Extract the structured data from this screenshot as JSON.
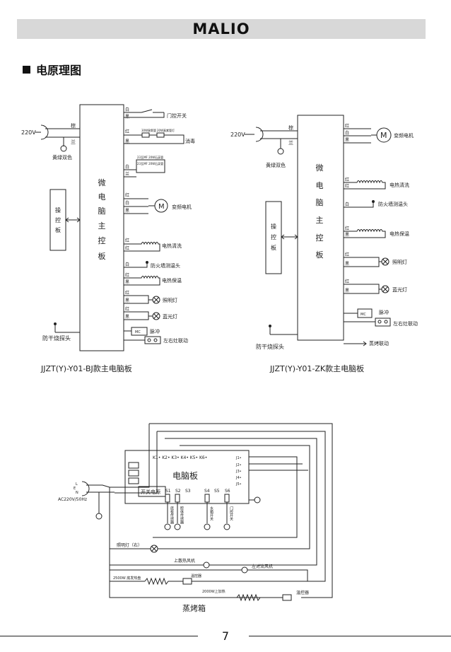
{
  "header": {
    "logo": "MALIO"
  },
  "section": {
    "title": "电原理图"
  },
  "diagram1": {
    "caption": "JJZT(Y)-Y01-BJ款主电脑板",
    "board_chars": [
      "微",
      "电",
      "脑",
      "主",
      "控",
      "板"
    ],
    "panel_chars": [
      "操",
      "控",
      "板"
    ],
    "power": "220V",
    "wire_l": "棕",
    "wire_n": "兰",
    "ground": "黄绿双色",
    "probe": "防干烧探头",
    "loads": {
      "door_switch": "门控开关",
      "disinfect": "消毒",
      "fan_motor": "变频电机",
      "clean": "电热清洗",
      "fire_probe": "防火墙测温头",
      "keep_warm": "电热保温",
      "light": "照明灯",
      "blue_light": "蓝光灯",
      "pulse": "脉冲",
      "stove_link": "左右灶联动"
    },
    "small": {
      "fuse1": "30W臭氧管",
      "fuse2": "20W真紫管灯",
      "lamp1": "23瓦MF 20W石英管",
      "lamp2": "23瓦MF 20W石英管"
    },
    "wires": {
      "white": "白",
      "black": "黑",
      "red": "红",
      "blue": "兰"
    }
  },
  "diagram2": {
    "caption": "JJZT(Y)-Y01-ZK款主电脑板",
    "board_chars": [
      "微",
      "电",
      "脑",
      "主",
      "控",
      "板"
    ],
    "panel_chars": [
      "操",
      "控",
      "板"
    ],
    "power": "220V",
    "wire_l": "棕",
    "wire_n": "兰",
    "ground": "黄绿双色",
    "probe": "防干烧探头",
    "loads": {
      "fan_motor": "变频电机",
      "clean": "电热清洗",
      "fire_probe": "防火墙测温头",
      "keep_warm": "电热保温",
      "light": "照明灯",
      "blue_light": "蓝光灯",
      "pulse": "脉冲",
      "stove_link": "左右灶联动",
      "steam_link": "蒸烤联动"
    },
    "wires": {
      "white": "白",
      "black": "黑",
      "red": "红"
    }
  },
  "diagram3": {
    "caption": "蒸烤箱",
    "board": "电脑板",
    "k_labels": "K1• K2• K3• K4• K5• K6•",
    "j_labels": [
      "J1•",
      "J2•",
      "J3•",
      "J4•",
      "J5•"
    ],
    "psu": "开关电源",
    "s_labels": [
      "S1",
      "S2",
      "S3",
      "S4",
      "S5",
      "S6"
    ],
    "sensors": [
      "底板传感器",
      "腔体传感器",
      "水箱开关",
      "门控开关"
    ],
    "power": "AC220V/50Hz",
    "lne": [
      "L",
      "E",
      "N"
    ],
    "loads": {
      "light_right": "照明灯（右）",
      "top_fan": "上散热风机",
      "convection_fan": "左对流风机",
      "bottom_heater": "2500W 底发热盘",
      "temp_ctrl": "温控器",
      "top_heater": "2000W上加热",
      "temp_ctrl2": "温控器"
    }
  },
  "footer": {
    "page": "7"
  }
}
